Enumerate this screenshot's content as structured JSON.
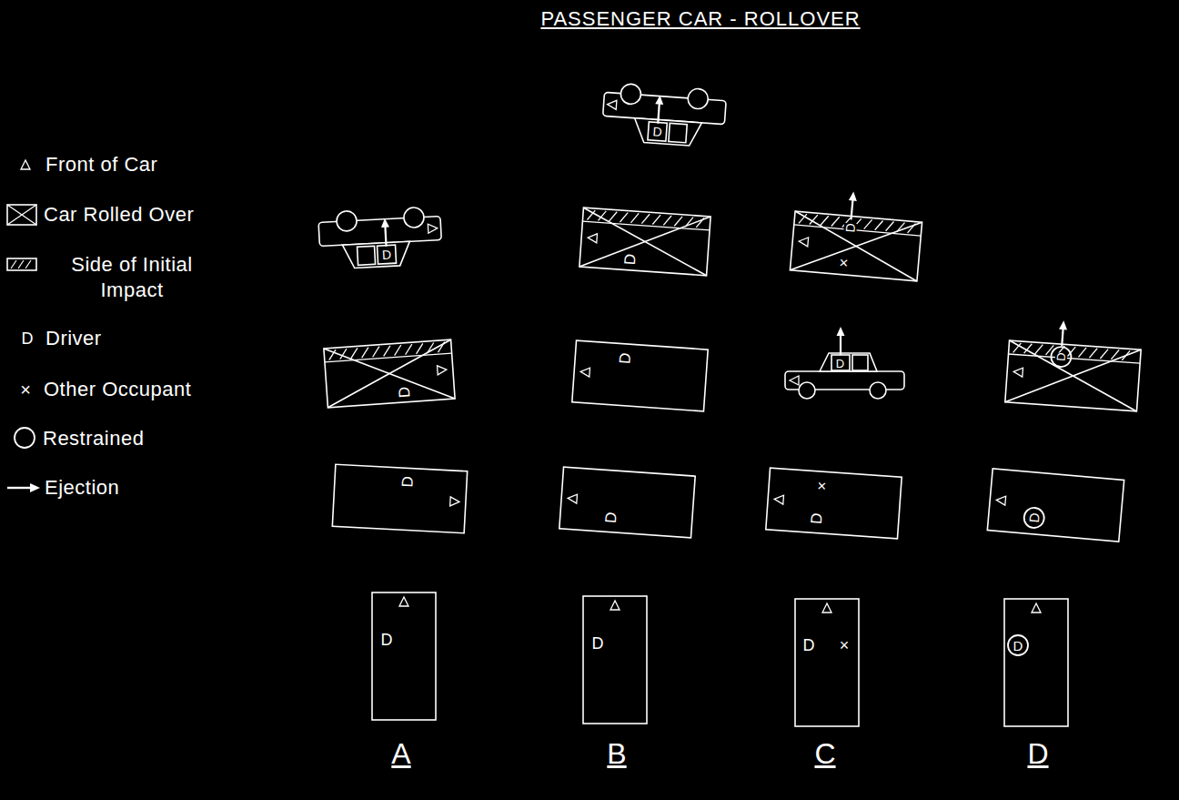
{
  "diagram": {
    "title": "PASSENGER CAR - ROLLOVER",
    "nodes": [
      {
        "text": [
          "D"
        ]
      },
      {
        "text": [
          "D"
        ]
      },
      {
        "text": [
          "D"
        ]
      },
      {
        "text": [
          "D",
          "×"
        ]
      },
      {
        "text": [
          "D"
        ]
      },
      {
        "text": [
          "D"
        ]
      },
      {
        "text": [
          "D"
        ]
      },
      {
        "text": [
          "D"
        ]
      },
      {
        "text": [
          "D"
        ]
      },
      {
        "text": [
          "D"
        ]
      },
      {
        "text": [
          "×",
          "D"
        ]
      },
      {
        "text": [
          "D"
        ]
      },
      {
        "text": [
          "D"
        ]
      },
      {
        "text": [
          "D"
        ]
      },
      {
        "text": [
          "D",
          "×"
        ]
      },
      {
        "text": [
          "D"
        ]
      }
    ],
    "labels": [
      "D",
      "×",
      "A",
      "B",
      "C",
      "D"
    ],
    "legend": [
      {
        "text": "Front of Car"
      },
      {
        "text": "Car Rolled Over"
      },
      {
        "text": "Side of Initial Impact"
      },
      {
        "text": "Driver"
      },
      {
        "text": "Other Occupant"
      },
      {
        "text": "Restrained"
      },
      {
        "text": "Ejection"
      }
    ]
  }
}
